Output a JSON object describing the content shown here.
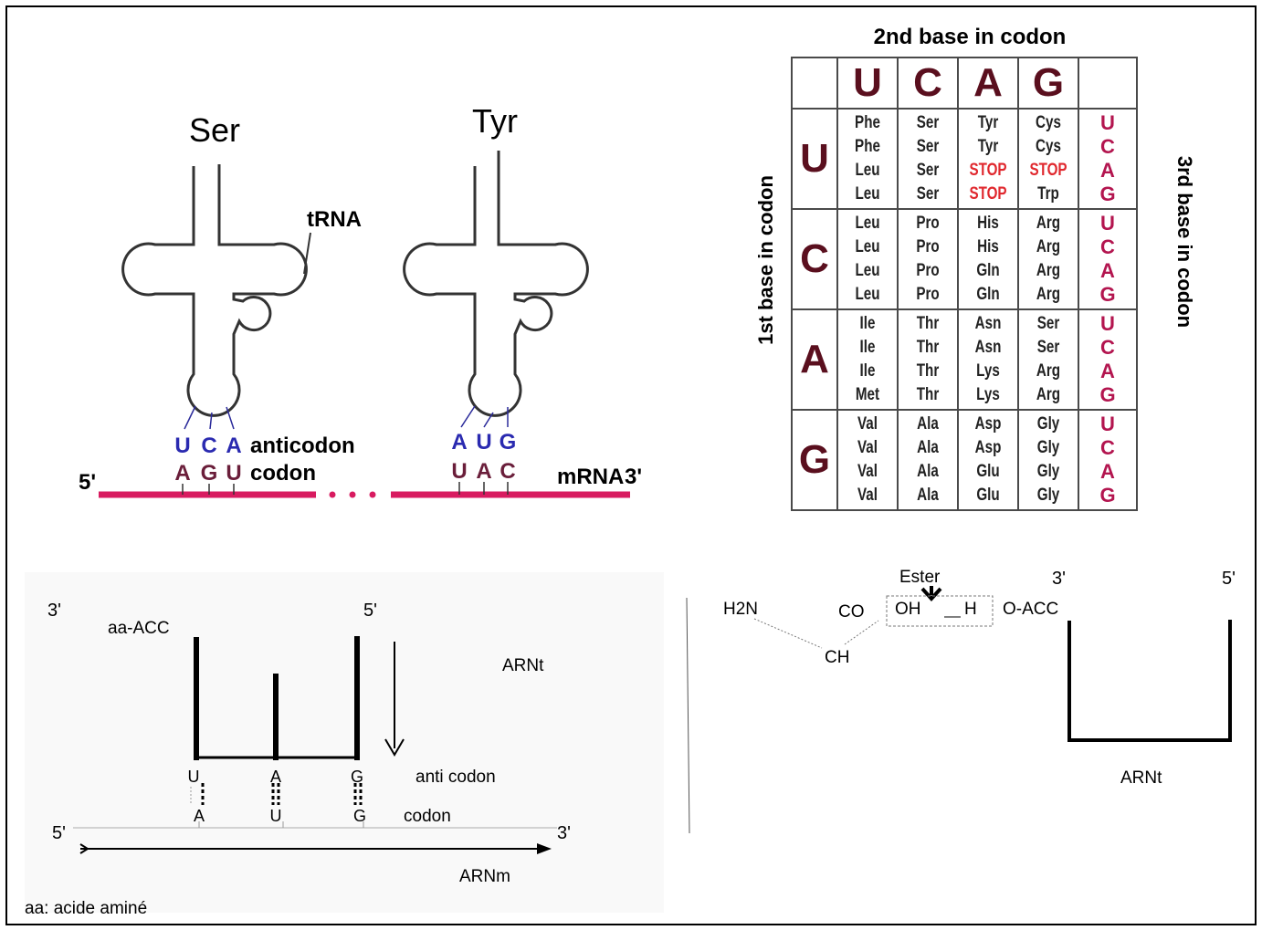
{
  "trna_figure": {
    "trna1_amino": "Ser",
    "trna2_amino": "Tyr",
    "trna_label": "tRNA",
    "anticodon1": [
      "U",
      "C",
      "A"
    ],
    "codon1": [
      "A",
      "G",
      "U"
    ],
    "anticodon2": [
      "A",
      "U",
      "G"
    ],
    "codon2": [
      "U",
      "A",
      "C"
    ],
    "anticodon_label": "anticodon",
    "codon_label": "codon",
    "five_prime": "5'",
    "mrna_label": "mRNA",
    "three_prime": "3'"
  },
  "codon_table": {
    "title_top": "2nd base in codon",
    "title_left": "1st base in codon",
    "title_right": "3rd base in codon",
    "second_bases": [
      "U",
      "C",
      "A",
      "G"
    ],
    "first_bases": [
      "U",
      "C",
      "A",
      "G"
    ],
    "third_bases": [
      "U",
      "C",
      "A",
      "G"
    ],
    "rows": [
      [
        [
          "Phe",
          "Phe",
          "Leu",
          "Leu"
        ],
        [
          "Ser",
          "Ser",
          "Ser",
          "Ser"
        ],
        [
          "Tyr",
          "Tyr",
          "STOP",
          "STOP"
        ],
        [
          "Cys",
          "Cys",
          "STOP",
          "Trp"
        ]
      ],
      [
        [
          "Leu",
          "Leu",
          "Leu",
          "Leu"
        ],
        [
          "Pro",
          "Pro",
          "Pro",
          "Pro"
        ],
        [
          "His",
          "His",
          "Gln",
          "Gln"
        ],
        [
          "Arg",
          "Arg",
          "Arg",
          "Arg"
        ]
      ],
      [
        [
          "Ile",
          "Ile",
          "Ile",
          "Met"
        ],
        [
          "Thr",
          "Thr",
          "Thr",
          "Thr"
        ],
        [
          "Asn",
          "Asn",
          "Lys",
          "Lys"
        ],
        [
          "Ser",
          "Ser",
          "Arg",
          "Arg"
        ]
      ],
      [
        [
          "Val",
          "Val",
          "Val",
          "Val"
        ],
        [
          "Ala",
          "Ala",
          "Ala",
          "Ala"
        ],
        [
          "Asp",
          "Asp",
          "Glu",
          "Glu"
        ],
        [
          "Gly",
          "Gly",
          "Gly",
          "Gly"
        ]
      ]
    ],
    "stop_color": "#e0282e",
    "base_color": "#5a0f1e",
    "third_color": "#b3154f"
  },
  "bottom_left": {
    "three_prime": "3'",
    "five_prime_top": "5'",
    "aa_acc": "aa-ACC",
    "arnt": "ARNt",
    "anticodon_bases": [
      "U",
      "A",
      "G"
    ],
    "anticodon_label": "anti codon",
    "codon_bases": [
      "A",
      "U",
      "G"
    ],
    "codon_label": "codon",
    "five_prime": "5'",
    "three_prime_end": "3'",
    "arnm": "ARNm",
    "legend": "aa: acide aminé"
  },
  "bottom_right": {
    "ester": "Ester",
    "three_prime": "3'",
    "five_prime": "5'",
    "h2n": "H2N",
    "co": "CO",
    "oh": "OH",
    "h": "H",
    "o_acc": "O-ACC",
    "ch": "CH",
    "arnt": "ARNt"
  }
}
